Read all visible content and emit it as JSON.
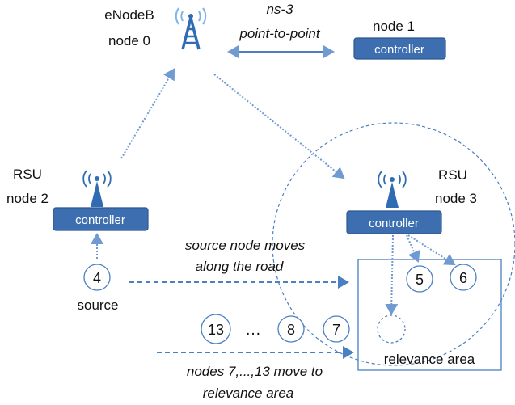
{
  "colors": {
    "accent": "#4a7fc1",
    "controller_fill": "#3d6fb0",
    "controller_border": "#2e578f",
    "tower": "#2f6cb3",
    "line": "#6f9bd1",
    "text": "#111111"
  },
  "icons": {
    "enodeb": "radio-tower-icon",
    "rsu": "antenna-icon"
  },
  "enodeb": {
    "line1": "eNodeB",
    "line2": "node 0"
  },
  "link": {
    "line1": "ns-3",
    "line2": "point-to-point"
  },
  "node1": {
    "label": "node 1",
    "controller": "controller"
  },
  "rsu_left": {
    "line1": "RSU",
    "line2": "node 2",
    "controller": "controller"
  },
  "rsu_right": {
    "line1": "RSU",
    "line2": "node 3",
    "controller": "controller"
  },
  "source": {
    "node": "4",
    "label": "source"
  },
  "moves": {
    "line1": "source node moves",
    "line2": "along the road"
  },
  "vehicles": {
    "n13": "13",
    "dots": "…",
    "n8": "8",
    "n7": "7"
  },
  "relevance_nodes": {
    "n5": "5",
    "n6": "6"
  },
  "relevance_label": "relevance area",
  "nodes_move": {
    "line1": "nodes 7,...,13 move to",
    "line2": "relevance area"
  }
}
